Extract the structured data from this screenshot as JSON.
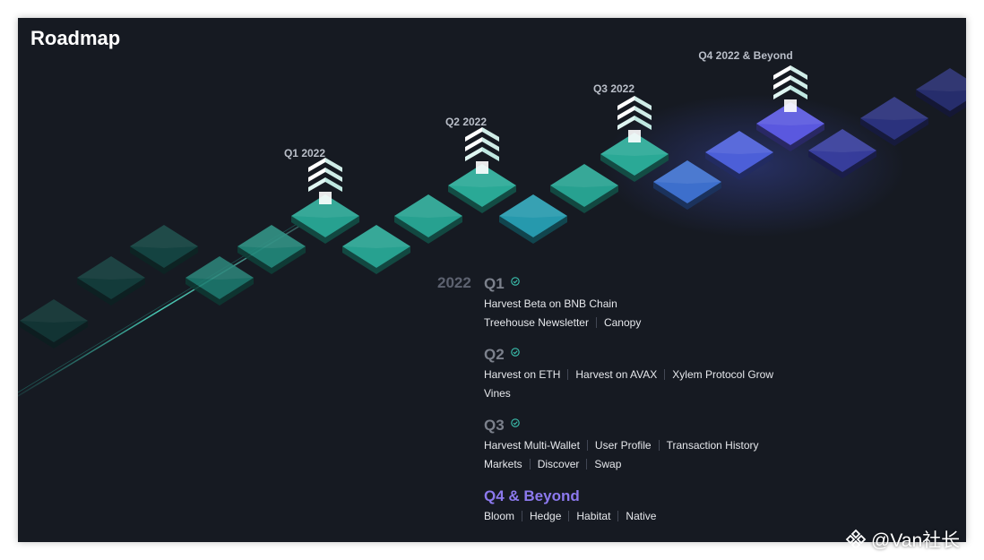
{
  "title": "Roadmap",
  "milestones": [
    {
      "label": "Q1 2022"
    },
    {
      "label": "Q2 2022"
    },
    {
      "label": "Q3 2022"
    },
    {
      "label": "Q4 2022 & Beyond"
    }
  ],
  "roadmap": {
    "year": "2022",
    "quarters": [
      {
        "title": "Q1",
        "done": true,
        "rows": [
          [
            "Harvest Beta on BNB Chain"
          ],
          [
            "Treehouse Newsletter",
            "Canopy"
          ]
        ]
      },
      {
        "title": "Q2",
        "done": true,
        "rows": [
          [
            "Harvest on ETH",
            "Harvest on AVAX",
            "Xylem Protocol Grow"
          ],
          [
            "Vines"
          ]
        ]
      },
      {
        "title": "Q3",
        "done": true,
        "rows": [
          [
            "Harvest Multi-Wallet",
            "User Profile",
            "Transaction History"
          ],
          [
            "Markets",
            "Discover",
            "Swap"
          ]
        ]
      },
      {
        "title": "Q4 & Beyond",
        "done": false,
        "current": true,
        "rows": [
          [
            "Bloom",
            "Hedge",
            "Habitat",
            "Native"
          ]
        ]
      }
    ]
  },
  "watermark": "@Van社长",
  "colors": {
    "background": "#161a22",
    "teal": "#2fb7a2",
    "blue": "#4f5de0",
    "current": "#8c79ee",
    "check": "#3bc3b0"
  },
  "icons": [
    "check-icon",
    "milestone-chevron-icon",
    "binance-logo-icon"
  ]
}
